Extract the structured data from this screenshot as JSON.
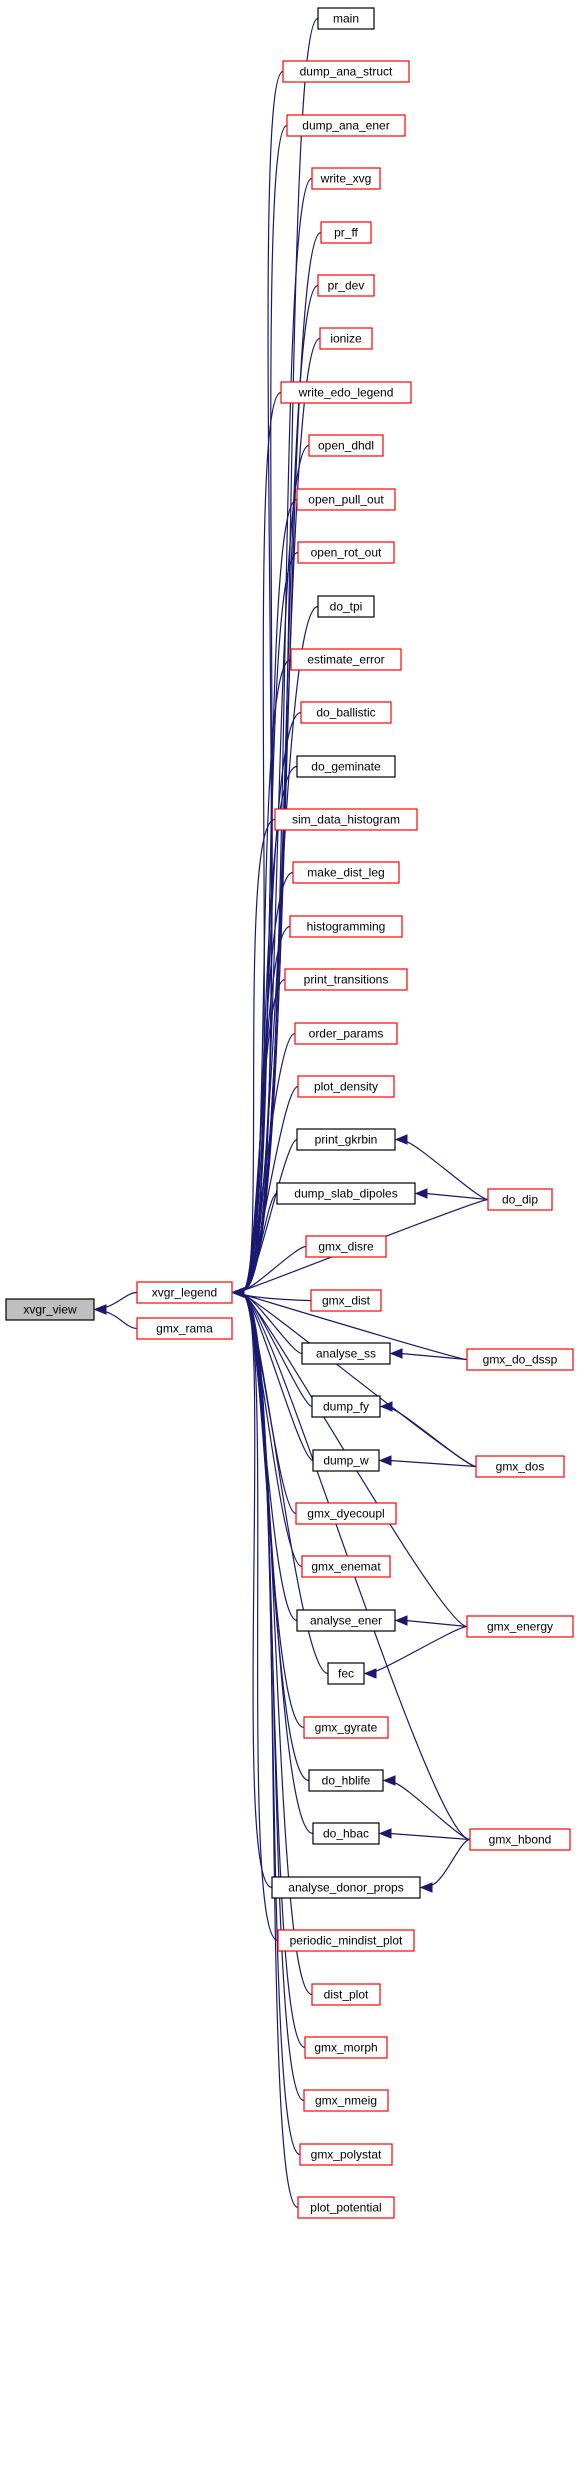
{
  "graph": {
    "nodes": [
      {
        "id": "xvgr_view",
        "label": "xvgr_view",
        "style": "grey"
      },
      {
        "id": "xvgr_legend",
        "label": "xvgr_legend",
        "style": "red"
      },
      {
        "id": "gmx_rama",
        "label": "gmx_rama",
        "style": "red"
      },
      {
        "id": "main",
        "label": "main",
        "style": "black"
      },
      {
        "id": "dump_ana_struct",
        "label": "dump_ana_struct",
        "style": "red"
      },
      {
        "id": "dump_ana_ener",
        "label": "dump_ana_ener",
        "style": "red"
      },
      {
        "id": "write_xvg",
        "label": "write_xvg",
        "style": "red"
      },
      {
        "id": "pr_ff",
        "label": "pr_ff",
        "style": "red"
      },
      {
        "id": "pr_dev",
        "label": "pr_dev",
        "style": "red"
      },
      {
        "id": "ionize",
        "label": "ionize",
        "style": "red"
      },
      {
        "id": "write_edo_legend",
        "label": "write_edo_legend",
        "style": "red"
      },
      {
        "id": "open_dhdl",
        "label": "open_dhdl",
        "style": "red"
      },
      {
        "id": "open_pull_out",
        "label": "open_pull_out",
        "style": "red"
      },
      {
        "id": "open_rot_out",
        "label": "open_rot_out",
        "style": "red"
      },
      {
        "id": "do_tpi",
        "label": "do_tpi",
        "style": "black"
      },
      {
        "id": "estimate_error",
        "label": "estimate_error",
        "style": "red"
      },
      {
        "id": "do_ballistic",
        "label": "do_ballistic",
        "style": "red"
      },
      {
        "id": "do_geminate",
        "label": "do_geminate",
        "style": "black"
      },
      {
        "id": "sim_data_histogram",
        "label": "sim_data_histogram",
        "style": "red"
      },
      {
        "id": "make_dist_leg",
        "label": "make_dist_leg",
        "style": "red"
      },
      {
        "id": "histogramming",
        "label": "histogramming",
        "style": "red"
      },
      {
        "id": "print_transitions",
        "label": "print_transitions",
        "style": "red"
      },
      {
        "id": "order_params",
        "label": "order_params",
        "style": "red"
      },
      {
        "id": "plot_density",
        "label": "plot_density",
        "style": "red"
      },
      {
        "id": "print_gkrbin",
        "label": "print_gkrbin",
        "style": "black"
      },
      {
        "id": "dump_slab_dipoles",
        "label": "dump_slab_dipoles",
        "style": "black"
      },
      {
        "id": "gmx_disre",
        "label": "gmx_disre",
        "style": "red"
      },
      {
        "id": "gmx_dist",
        "label": "gmx_dist",
        "style": "red"
      },
      {
        "id": "analyse_ss",
        "label": "analyse_ss",
        "style": "black"
      },
      {
        "id": "dump_fy",
        "label": "dump_fy",
        "style": "black"
      },
      {
        "id": "dump_w",
        "label": "dump_w",
        "style": "black"
      },
      {
        "id": "gmx_dyecoupl",
        "label": "gmx_dyecoupl",
        "style": "red"
      },
      {
        "id": "gmx_enemat",
        "label": "gmx_enemat",
        "style": "red"
      },
      {
        "id": "analyse_ener",
        "label": "analyse_ener",
        "style": "black"
      },
      {
        "id": "fec",
        "label": "fec",
        "style": "black"
      },
      {
        "id": "gmx_gyrate",
        "label": "gmx_gyrate",
        "style": "red"
      },
      {
        "id": "do_hblife",
        "label": "do_hblife",
        "style": "black"
      },
      {
        "id": "do_hbac",
        "label": "do_hbac",
        "style": "black"
      },
      {
        "id": "analyse_donor_props",
        "label": "analyse_donor_props",
        "style": "black"
      },
      {
        "id": "periodic_mindist_plot",
        "label": "periodic_mindist_plot",
        "style": "red"
      },
      {
        "id": "dist_plot",
        "label": "dist_plot",
        "style": "red"
      },
      {
        "id": "gmx_morph",
        "label": "gmx_morph",
        "style": "red"
      },
      {
        "id": "gmx_nmeig",
        "label": "gmx_nmeig",
        "style": "red"
      },
      {
        "id": "gmx_polystat",
        "label": "gmx_polystat",
        "style": "red"
      },
      {
        "id": "plot_potential",
        "label": "plot_potential",
        "style": "red"
      },
      {
        "id": "do_dip",
        "label": "do_dip",
        "style": "red"
      },
      {
        "id": "gmx_do_dssp",
        "label": "gmx_do_dssp",
        "style": "red"
      },
      {
        "id": "gmx_dos",
        "label": "gmx_dos",
        "style": "red"
      },
      {
        "id": "gmx_energy",
        "label": "gmx_energy",
        "style": "red"
      },
      {
        "id": "gmx_hbond",
        "label": "gmx_hbond",
        "style": "red"
      }
    ],
    "edges": [
      [
        "xvgr_legend",
        "xvgr_view"
      ],
      [
        "gmx_rama",
        "xvgr_view"
      ],
      [
        "main",
        "xvgr_legend"
      ],
      [
        "dump_ana_struct",
        "xvgr_legend"
      ],
      [
        "dump_ana_ener",
        "xvgr_legend"
      ],
      [
        "write_xvg",
        "xvgr_legend"
      ],
      [
        "pr_ff",
        "xvgr_legend"
      ],
      [
        "pr_dev",
        "xvgr_legend"
      ],
      [
        "ionize",
        "xvgr_legend"
      ],
      [
        "write_edo_legend",
        "xvgr_legend"
      ],
      [
        "open_dhdl",
        "xvgr_legend"
      ],
      [
        "open_pull_out",
        "xvgr_legend"
      ],
      [
        "open_rot_out",
        "xvgr_legend"
      ],
      [
        "do_tpi",
        "xvgr_legend"
      ],
      [
        "estimate_error",
        "xvgr_legend"
      ],
      [
        "do_ballistic",
        "xvgr_legend"
      ],
      [
        "do_geminate",
        "xvgr_legend"
      ],
      [
        "sim_data_histogram",
        "xvgr_legend"
      ],
      [
        "make_dist_leg",
        "xvgr_legend"
      ],
      [
        "histogramming",
        "xvgr_legend"
      ],
      [
        "print_transitions",
        "xvgr_legend"
      ],
      [
        "order_params",
        "xvgr_legend"
      ],
      [
        "plot_density",
        "xvgr_legend"
      ],
      [
        "print_gkrbin",
        "xvgr_legend"
      ],
      [
        "do_dip",
        "xvgr_legend"
      ],
      [
        "dump_slab_dipoles",
        "xvgr_legend"
      ],
      [
        "gmx_disre",
        "xvgr_legend"
      ],
      [
        "gmx_dist",
        "xvgr_legend"
      ],
      [
        "analyse_ss",
        "xvgr_legend"
      ],
      [
        "gmx_do_dssp",
        "xvgr_legend"
      ],
      [
        "dump_fy",
        "xvgr_legend"
      ],
      [
        "gmx_dos",
        "xvgr_legend"
      ],
      [
        "dump_w",
        "xvgr_legend"
      ],
      [
        "gmx_dyecoupl",
        "xvgr_legend"
      ],
      [
        "gmx_enemat",
        "xvgr_legend"
      ],
      [
        "analyse_ener",
        "xvgr_legend"
      ],
      [
        "gmx_energy",
        "xvgr_legend"
      ],
      [
        "fec",
        "xvgr_legend"
      ],
      [
        "gmx_gyrate",
        "xvgr_legend"
      ],
      [
        "do_hblife",
        "xvgr_legend"
      ],
      [
        "gmx_hbond",
        "xvgr_legend"
      ],
      [
        "do_hbac",
        "xvgr_legend"
      ],
      [
        "analyse_donor_props",
        "xvgr_legend"
      ],
      [
        "periodic_mindist_plot",
        "xvgr_legend"
      ],
      [
        "dist_plot",
        "xvgr_legend"
      ],
      [
        "gmx_morph",
        "xvgr_legend"
      ],
      [
        "gmx_nmeig",
        "xvgr_legend"
      ],
      [
        "gmx_polystat",
        "xvgr_legend"
      ],
      [
        "plot_potential",
        "xvgr_legend"
      ],
      [
        "do_dip",
        "print_gkrbin"
      ],
      [
        "do_dip",
        "dump_slab_dipoles"
      ],
      [
        "gmx_do_dssp",
        "analyse_ss"
      ],
      [
        "gmx_dos",
        "dump_fy"
      ],
      [
        "gmx_dos",
        "dump_w"
      ],
      [
        "gmx_energy",
        "analyse_ener"
      ],
      [
        "gmx_energy",
        "fec"
      ],
      [
        "gmx_hbond",
        "do_hblife"
      ],
      [
        "gmx_hbond",
        "do_hbac"
      ],
      [
        "gmx_hbond",
        "analyse_donor_props"
      ]
    ]
  }
}
